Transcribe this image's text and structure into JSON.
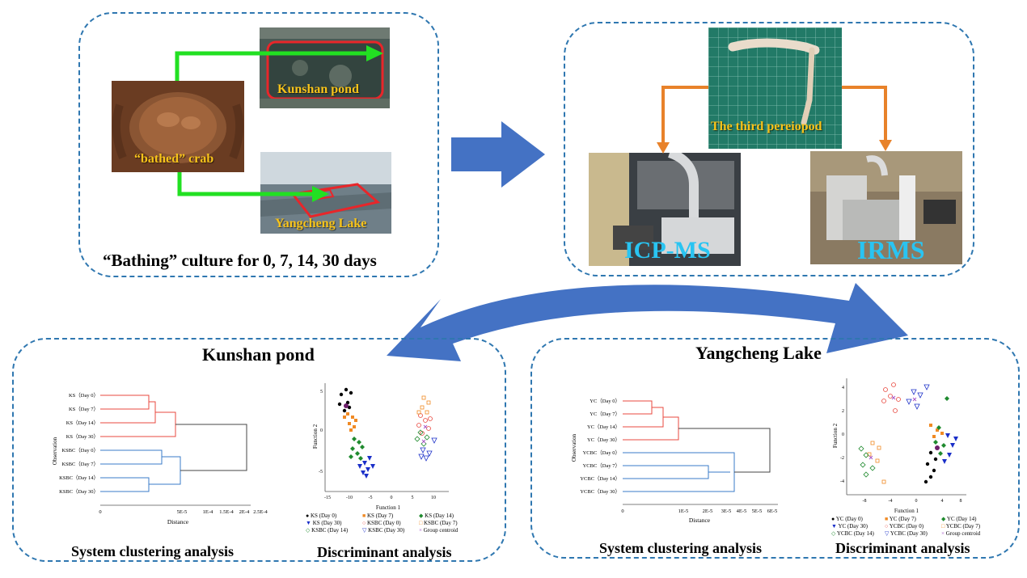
{
  "top_left": {
    "crab_label": "“bathed” crab",
    "kunshan_label": "Kunshan pond",
    "yangcheng_label": "Yangcheng Lake",
    "caption": "“Bathing” culture for 0, 7, 14, 30 days"
  },
  "top_right": {
    "pereiopod_label": "The third pereiopod",
    "icpms_label": "ICP-MS",
    "irms_label": "IRMS"
  },
  "kunshan": {
    "title": "Kunshan pond",
    "dendro": {
      "ylabel": "Observation",
      "xlabel": "Distance",
      "leaves": [
        "KS（Day 0）",
        "KS（Day 7）",
        "KS（Day 14）",
        "KS（Day 30）",
        "KSBC（Day 0）",
        "KSBC（Day 7）",
        "KSBC（Day 14）",
        "KSBC（Day 30）"
      ],
      "ticks": [
        "0",
        "5E-5",
        "1E-4",
        "1.5E-4",
        "2E-4",
        "2.5E-4"
      ]
    },
    "scatter": {
      "xlabel": "Function 1",
      "ylabel": "Function 2",
      "xticks": [
        "-15",
        "-10",
        "-5",
        "0",
        "5",
        "10"
      ],
      "yticks": [
        "5",
        "0",
        "-5"
      ]
    },
    "legend": [
      "KS (Day 0)",
      "KS (Day 7)",
      "KS (Day 14)",
      "KS (Day 30)",
      "KSBC (Day 0)",
      "KSBC (Day 7)",
      "KSBC (Day 14)",
      "KSBC (Day 30)",
      "Group centroid"
    ],
    "clustering_caption": "System clustering analysis",
    "discriminant_caption": "Discriminant analysis"
  },
  "yangcheng": {
    "title": "Yangcheng Lake",
    "dendro": {
      "ylabel": "Observation",
      "xlabel": "Distance",
      "leaves": [
        "YC（Day 0）",
        "YC（Day 7）",
        "YC（Day 14）",
        "YC（Day 30）",
        "YCBC（Day 0）",
        "YCBC（Day 7）",
        "YCBC（Day 14）",
        "YCBC（Day 30）"
      ],
      "ticks": [
        "0",
        "1E-5",
        "2E-5",
        "3E-5",
        "4E-5",
        "5E-5",
        "6E-5"
      ]
    },
    "scatter": {
      "xlabel": "Function 1",
      "ylabel": "Function 2",
      "xticks": [
        "-8",
        "-4",
        "0",
        "4",
        "8"
      ],
      "yticks": [
        "4",
        "2",
        "0",
        "-2",
        "-4"
      ]
    },
    "legend": [
      "YC (Day 0)",
      "YC (Day 7)",
      "YC (Day 14)",
      "YC (Day 30)",
      "YCBC (Day 0)",
      "YCBC (Day 7)",
      "YCBC (Day 14)",
      "YCBC (Day 30)",
      "Group centroid"
    ],
    "clustering_caption": "System clustering analysis",
    "discriminant_caption": "Discriminant analysis"
  },
  "colors": {
    "panel_border": "#2f77b0",
    "big_arrow": "#4472c4",
    "green_arrow": "#22e022",
    "orange_arrow": "#e8822a",
    "red_cluster": "#e8483f",
    "blue_cluster": "#3a7bc8",
    "label_yellow": "#f7c31a",
    "label_cyan": "#29c4f2"
  }
}
